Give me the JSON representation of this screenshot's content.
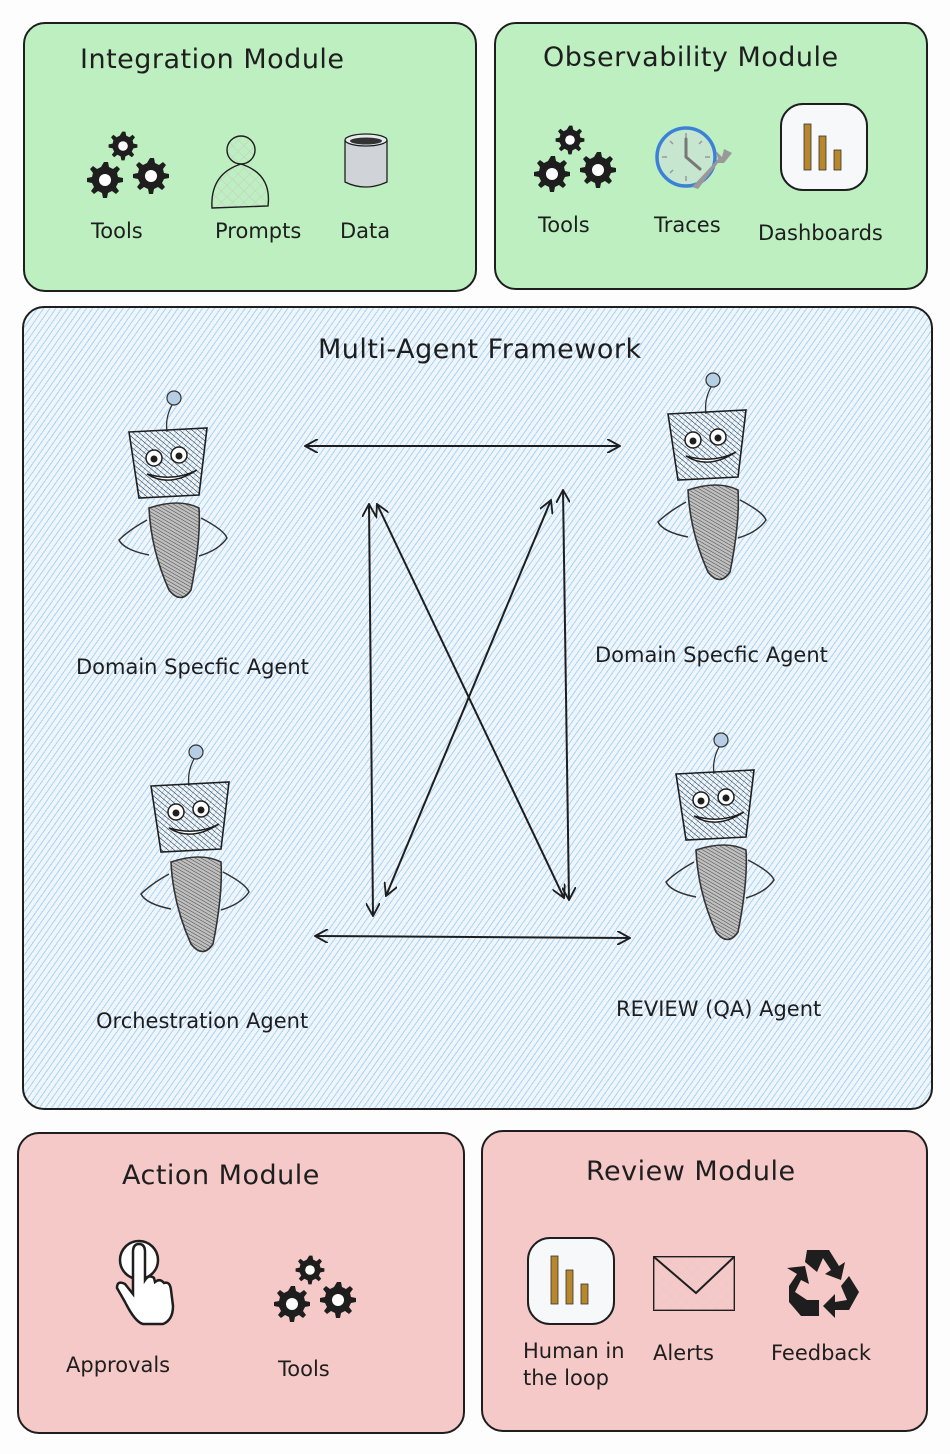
{
  "integration_module": {
    "title": "Integration Module",
    "items": [
      {
        "label": "Tools",
        "icon": "gears-icon"
      },
      {
        "label": "Prompts",
        "icon": "person-icon"
      },
      {
        "label": "Data",
        "icon": "database-icon"
      }
    ]
  },
  "observability_module": {
    "title": "Observability Module",
    "items": [
      {
        "label": "Tools",
        "icon": "gears-icon"
      },
      {
        "label": "Traces",
        "icon": "clock-wrench-icon"
      },
      {
        "label": "Dashboards",
        "icon": "bar-chart-icon"
      }
    ]
  },
  "framework": {
    "title": "Multi-Agent Framework",
    "agents": [
      {
        "label": "Domain Specfic Agent",
        "icon": "robot-icon"
      },
      {
        "label": "Domain Specfic Agent",
        "icon": "robot-icon"
      },
      {
        "label": "Orchestration Agent",
        "icon": "robot-icon"
      },
      {
        "label": "REVIEW (QA) Agent",
        "icon": "robot-icon"
      }
    ],
    "connections": [
      {
        "from": "Domain Specfic Agent (top-left)",
        "to": "Domain Specfic Agent (top-right)",
        "bidirectional": true
      },
      {
        "from": "Orchestration Agent",
        "to": "REVIEW (QA) Agent",
        "bidirectional": true
      },
      {
        "from": "Domain Specfic Agent (top-left)",
        "to": "Orchestration Agent",
        "bidirectional": true
      },
      {
        "from": "Domain Specfic Agent (top-right)",
        "to": "REVIEW (QA) Agent",
        "bidirectional": true
      },
      {
        "from": "Domain Specfic Agent (top-left)",
        "to": "REVIEW (QA) Agent",
        "bidirectional": true
      },
      {
        "from": "Domain Specfic Agent (top-right)",
        "to": "Orchestration Agent",
        "bidirectional": true
      }
    ]
  },
  "action_module": {
    "title": "Action Module",
    "items": [
      {
        "label": "Approvals",
        "icon": "hand-pointer-icon"
      },
      {
        "label": "Tools",
        "icon": "gears-icon"
      }
    ]
  },
  "review_module": {
    "title": "Review Module",
    "items": [
      {
        "label": "Human in\nthe loop",
        "icon": "bar-chart-icon"
      },
      {
        "label": "Alerts",
        "icon": "envelope-icon"
      },
      {
        "label": "Feedback",
        "icon": "recycle-icon"
      }
    ]
  },
  "colors": {
    "top_modules": "#bdefc1",
    "framework_hatch": "#78b4eb",
    "bottom_modules": "#f6c9c9",
    "chart_bars": "#b8862b",
    "clock_ring": "#3b82d6"
  }
}
